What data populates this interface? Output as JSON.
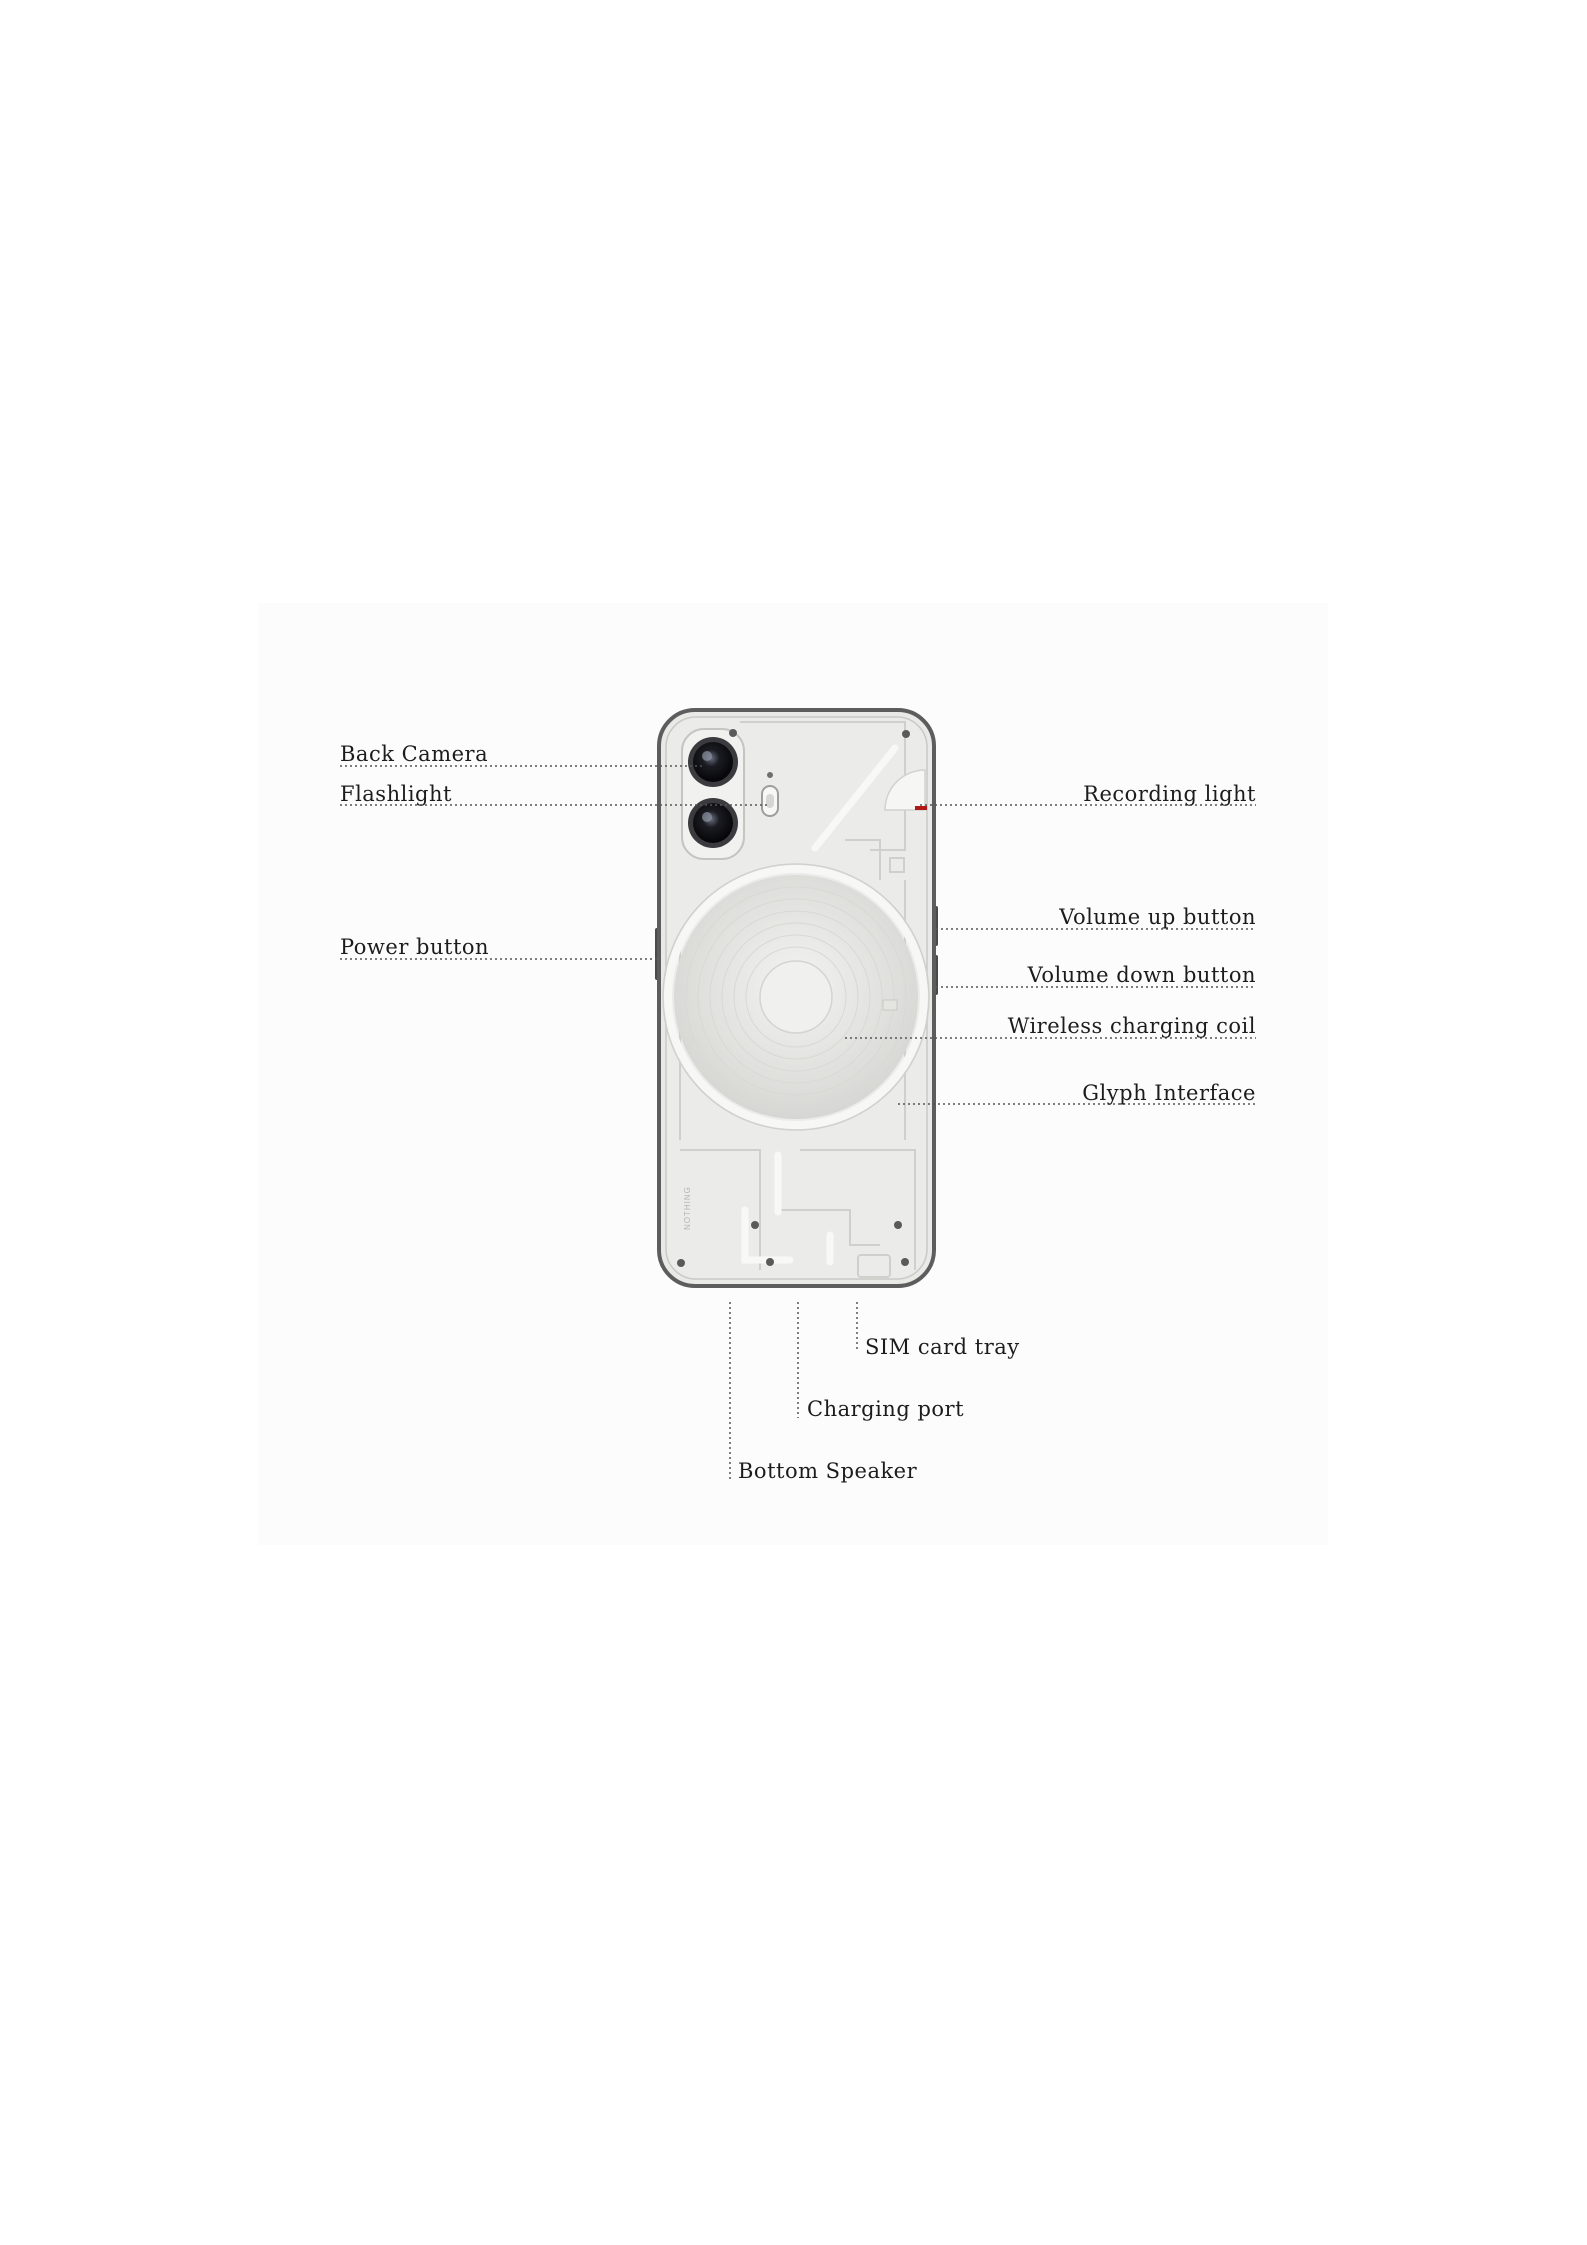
{
  "diagram": {
    "labels": {
      "back_camera": "Back Camera",
      "flashlight": "Flashlight",
      "power_button": "Power button",
      "recording_light": "Recording light",
      "volume_up_button": "Volume up button",
      "volume_down_button": "Volume down button",
      "wireless_charging_coil": "Wireless charging coil",
      "glyph_interface": "Glyph Interface",
      "sim_card_tray": "SIM card tray",
      "charging_port": "Charging port",
      "bottom_speaker": "Bottom Speaker"
    },
    "phone_brand_text": "NOTHING"
  },
  "colors": {
    "phone_body": "#ececea",
    "phone_frame": "#5d5d5d",
    "leader_line": "#555555",
    "recording_light": "#b01818"
  }
}
